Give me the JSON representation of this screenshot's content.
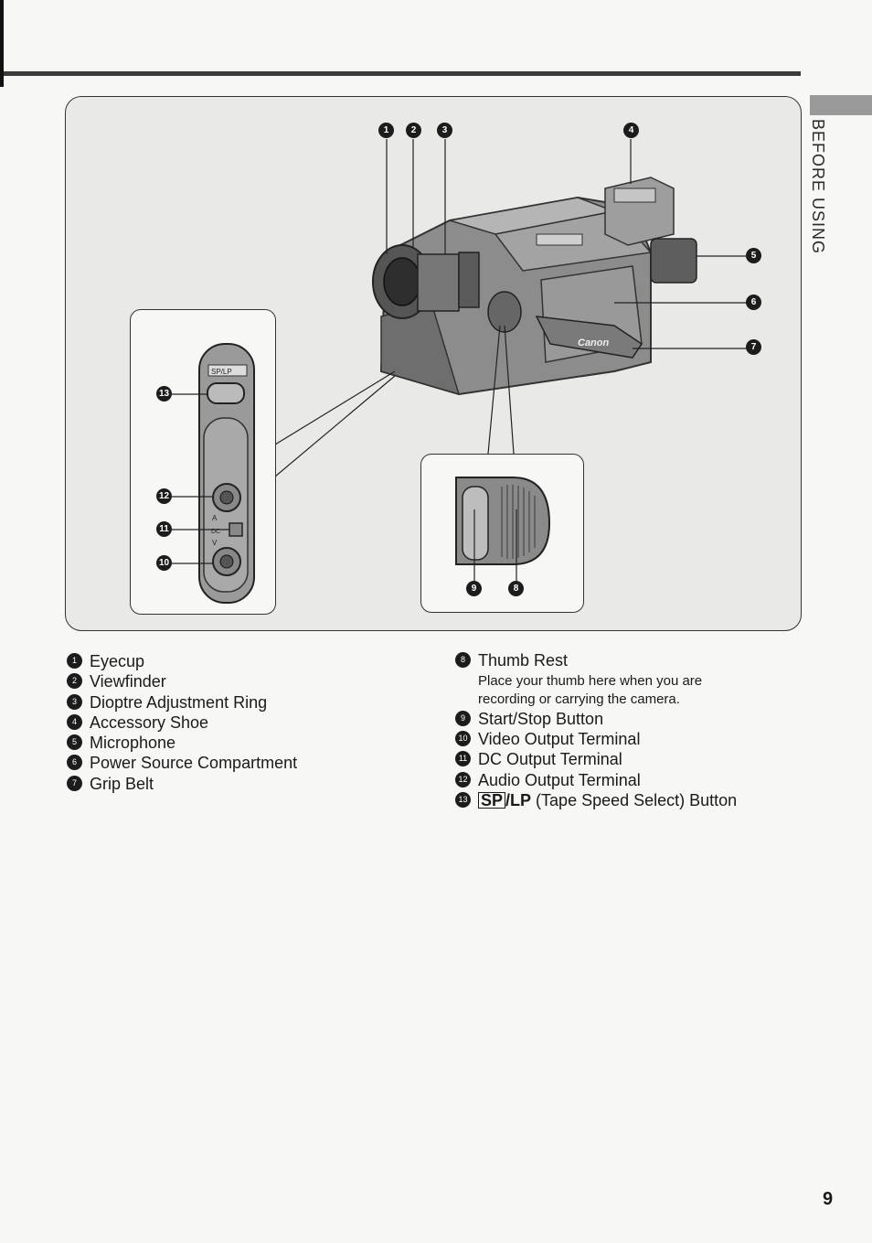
{
  "side_label": "BEFORE USING",
  "page_number": "9",
  "callouts": {
    "c1": "1",
    "c2": "2",
    "c3": "3",
    "c4": "4",
    "c5": "5",
    "c6": "6",
    "c7": "7",
    "c8": "8",
    "c9": "9",
    "c10": "10",
    "c11": "11",
    "c12": "12",
    "c13": "13"
  },
  "figure_labels": {
    "speed_switch": "SP/LP",
    "audio_mark": "A",
    "dc_mark": "DC",
    "video_mark": "V",
    "brand": "Canon"
  },
  "parts_left": [
    {
      "num": "1",
      "label": "Eyecup"
    },
    {
      "num": "2",
      "label": "Viewfinder"
    },
    {
      "num": "3",
      "label": "Dioptre Adjustment Ring"
    },
    {
      "num": "4",
      "label": "Accessory Shoe"
    },
    {
      "num": "5",
      "label": "Microphone"
    },
    {
      "num": "6",
      "label": "Power Source Compartment"
    },
    {
      "num": "7",
      "label": "Grip Belt"
    }
  ],
  "parts_right": [
    {
      "num": "8",
      "label": "Thumb Rest",
      "note_line1": "Place your thumb here when you are",
      "note_line2": "recording or carrying the camera."
    },
    {
      "num": "9",
      "label": "Start/Stop Button"
    },
    {
      "num": "10",
      "label": "Video Output Terminal"
    },
    {
      "num": "11",
      "label": "DC Output Terminal"
    },
    {
      "num": "12",
      "label": "Audio Output Terminal"
    },
    {
      "num": "13",
      "sp": "SP",
      "lp": "/LP",
      "label": "(Tape Speed Select) Button"
    }
  ]
}
